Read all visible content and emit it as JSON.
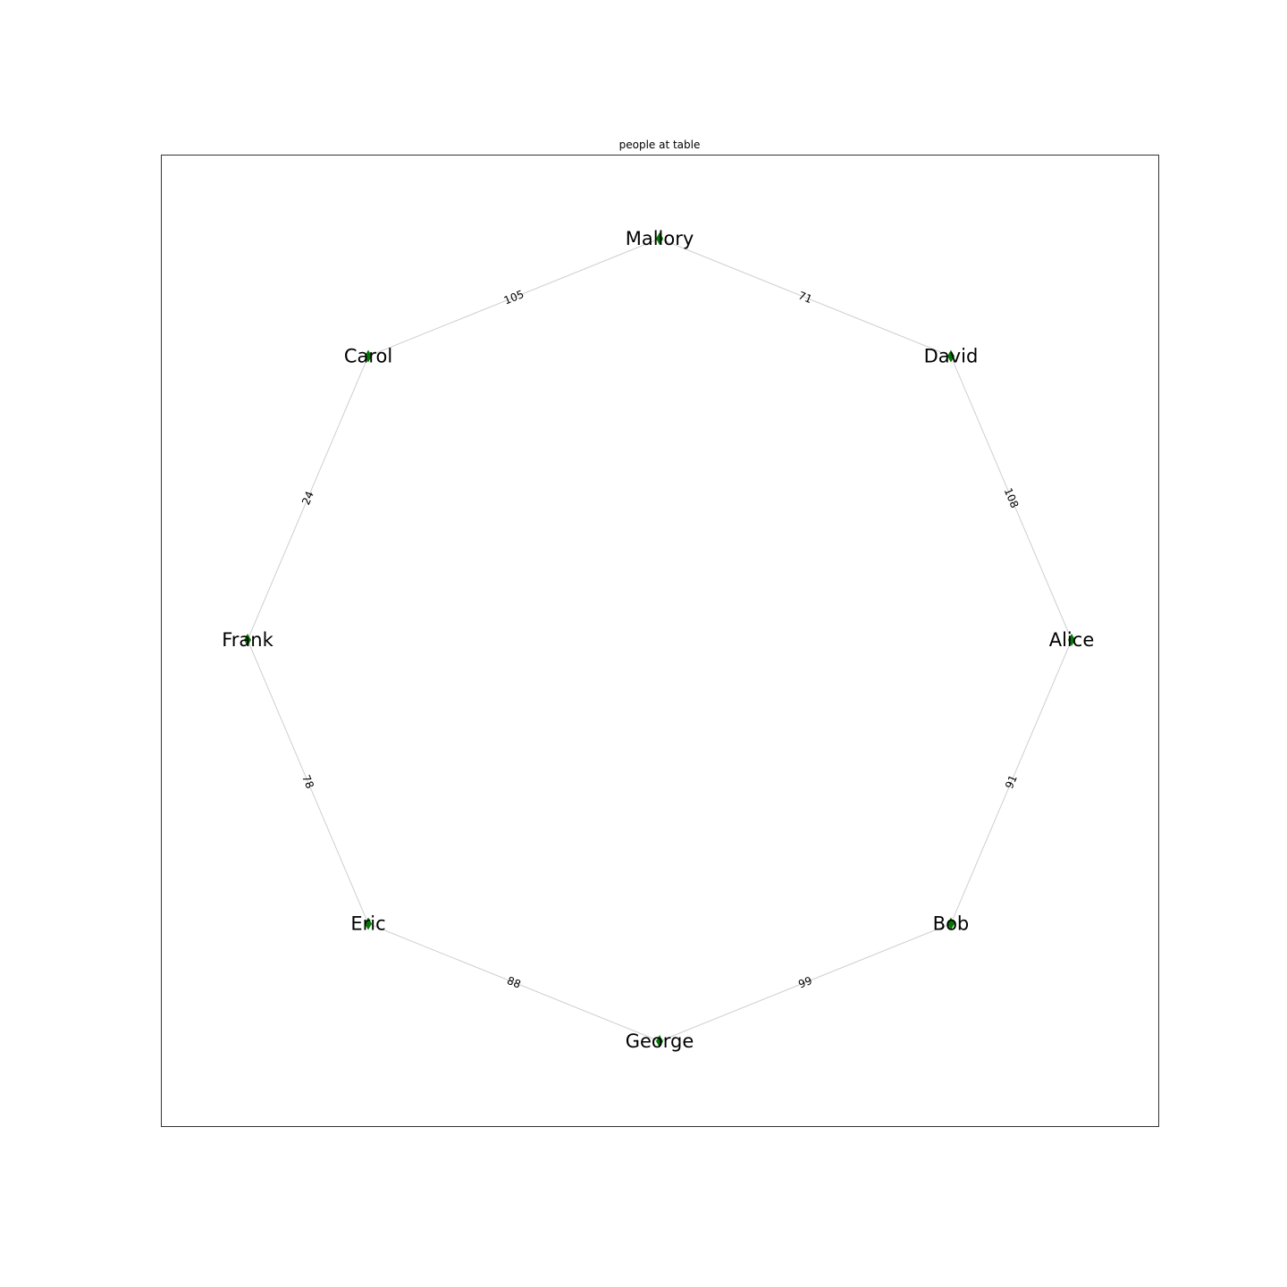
{
  "title": "people at table",
  "graph": {
    "nodes": [
      {
        "id": "Mallory",
        "label": "Mallory"
      },
      {
        "id": "David",
        "label": "David"
      },
      {
        "id": "Alice",
        "label": "Alice"
      },
      {
        "id": "Bob",
        "label": "Bob"
      },
      {
        "id": "George",
        "label": "George"
      },
      {
        "id": "Eric",
        "label": "Eric"
      },
      {
        "id": "Frank",
        "label": "Frank"
      },
      {
        "id": "Carol",
        "label": "Carol"
      }
    ],
    "edges": [
      {
        "source": "Mallory",
        "target": "David",
        "weight": "71"
      },
      {
        "source": "David",
        "target": "Alice",
        "weight": "108"
      },
      {
        "source": "Alice",
        "target": "Bob",
        "weight": "91"
      },
      {
        "source": "Bob",
        "target": "George",
        "weight": "99"
      },
      {
        "source": "George",
        "target": "Eric",
        "weight": "88"
      },
      {
        "source": "Eric",
        "target": "Frank",
        "weight": "78"
      },
      {
        "source": "Frank",
        "target": "Carol",
        "weight": "24"
      },
      {
        "source": "Carol",
        "target": "Mallory",
        "weight": "105"
      }
    ],
    "node_color": "#007a00",
    "edge_color": "#cfcfcf"
  }
}
